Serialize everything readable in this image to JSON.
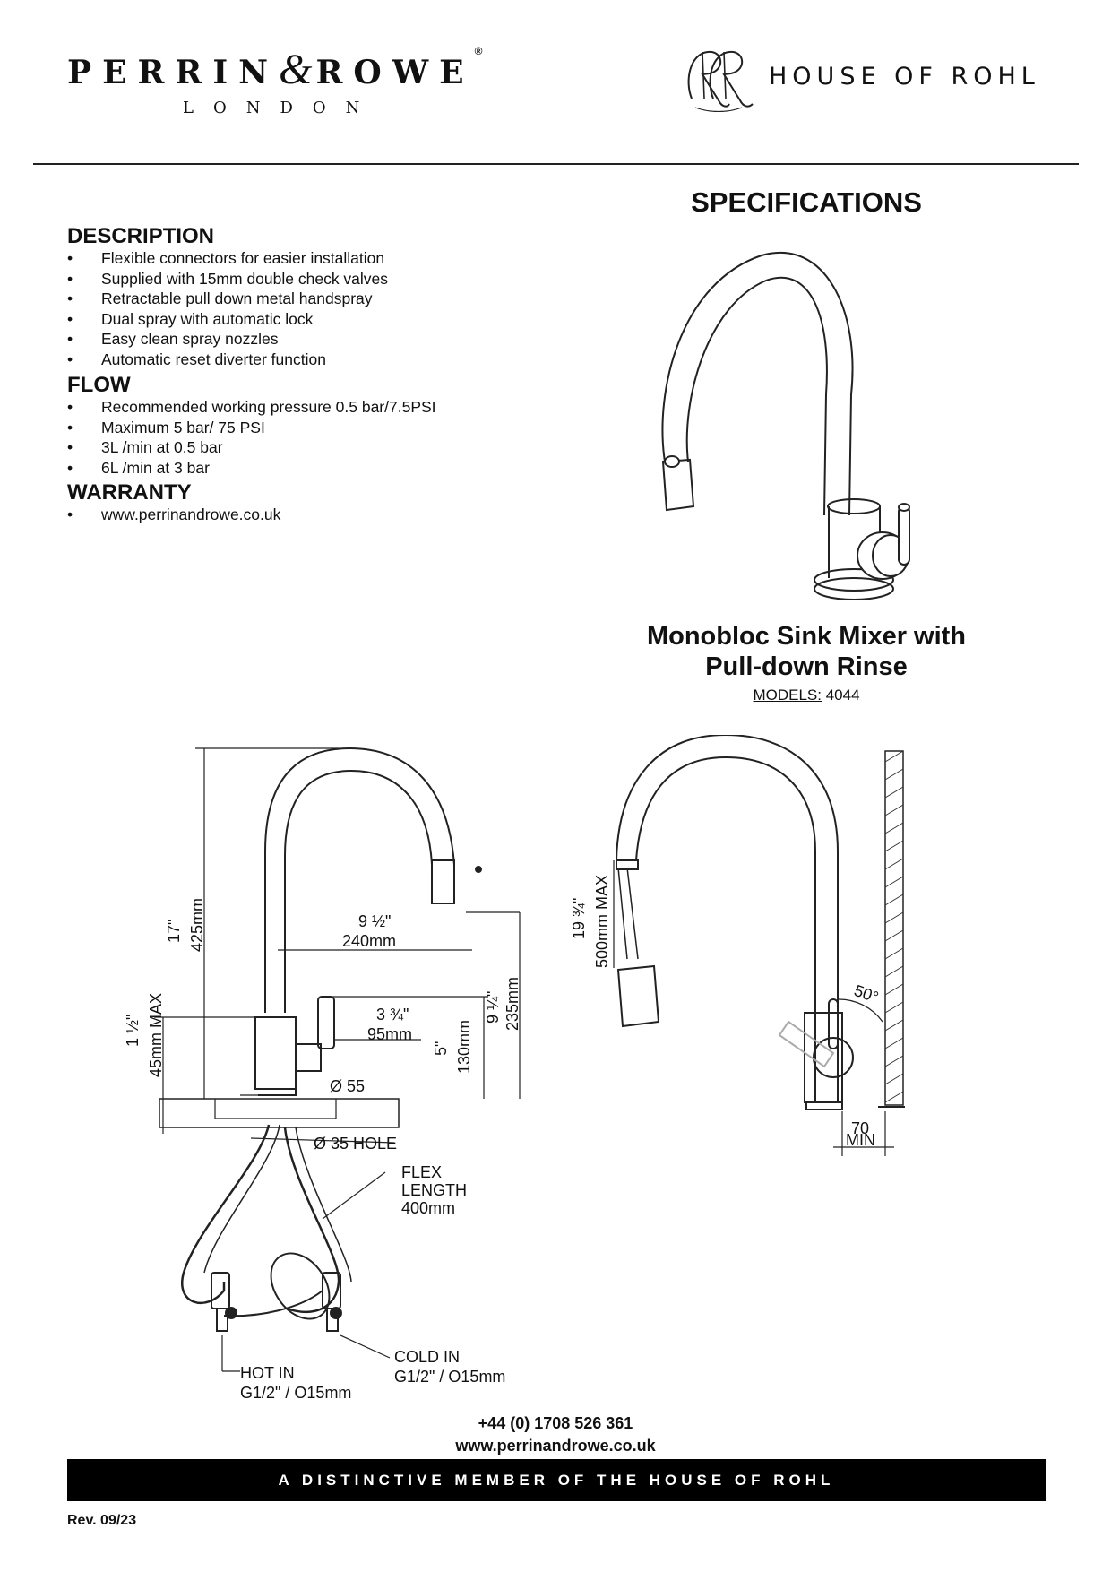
{
  "header": {
    "brand_name_1": "PERRIN",
    "brand_amp": "&",
    "brand_name_2": "ROWE",
    "brand_reg": "®",
    "brand_sub": "LONDON",
    "group_name": "HOUSE OF ROHL",
    "group_monogram": "RR"
  },
  "page": {
    "title": "SPECIFICATIONS"
  },
  "description": {
    "heading": "DESCRIPTION",
    "items": [
      "Flexible connectors for easier installation",
      "Supplied with 15mm double check valves",
      "Retractable pull down metal handspray",
      "Dual spray with automatic lock",
      "Easy clean spray nozzles",
      "Automatic reset diverter function"
    ]
  },
  "flow": {
    "heading": "FLOW",
    "items": [
      "Recommended working pressure 0.5 bar/7.5PSI",
      "Maximum 5 bar/ 75 PSI",
      "3L /min at 0.5 bar",
      "6L /min at 3 bar"
    ]
  },
  "warranty": {
    "heading": "WARRANTY",
    "items": [
      "www.perrinandrowe.co.uk"
    ]
  },
  "product": {
    "title_line1": "Monobloc Sink Mixer with",
    "title_line2": "Pull-down Rinse",
    "models_label": "MODELS:",
    "models_value": "4044"
  },
  "drawing": {
    "height_in": "17\"",
    "height_mm": "425mm",
    "reach_in": "9 ½\"",
    "reach_mm": "240mm",
    "lever_in": "3 ¾\"",
    "lever_mm": "95mm",
    "spout_in": "9 ¼\"",
    "spout_mm": "235mm",
    "body_in": "5\"",
    "body_mm": "130mm",
    "deck_in": "1 ½\"",
    "deck_mm": "45mm MAX",
    "base_dia": "Ø 55",
    "hole_dia": "Ø 35 HOLE",
    "flex_1": "FLEX",
    "flex_2": "LENGTH",
    "flex_3": "400mm",
    "hot_1": "HOT IN",
    "hot_2": "G1/2\" / O15mm",
    "cold_1": "COLD IN",
    "cold_2": "G1/2\" / O15mm",
    "hose_in": "19 ¾\"",
    "hose_mm": "500mm MAX",
    "angle": "50°",
    "clear_val": "70",
    "clear_unit": "MIN"
  },
  "footer": {
    "phone": "+44 (0) 1708 526 361",
    "website": "www.perrinandrowe.co.uk",
    "banner": "A DISTINCTIVE MEMBER OF THE HOUSE OF ROHL",
    "revision": "Rev. 09/23"
  }
}
